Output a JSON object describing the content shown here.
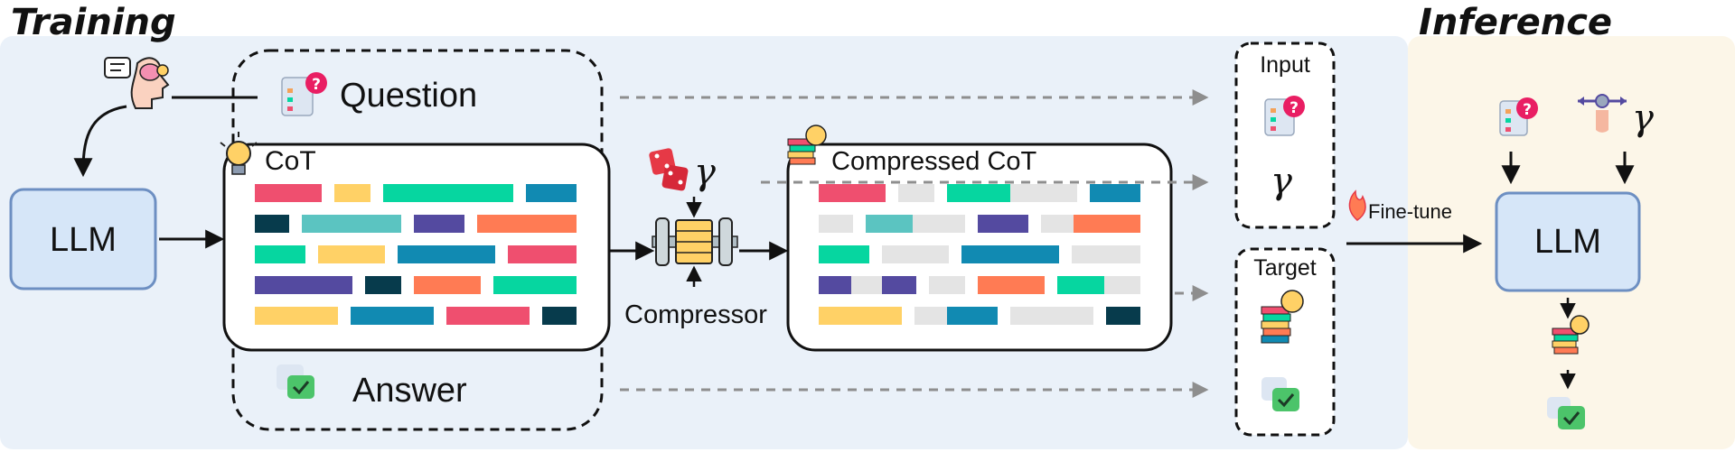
{
  "sections": {
    "training_title": "Training",
    "inference_title": "Inference"
  },
  "labels": {
    "question": "Question",
    "cot": "CoT",
    "answer": "Answer",
    "llm": "LLM",
    "compressor": "Compressor",
    "gamma": "γ",
    "compressed_cot": "Compressed CoT",
    "input": "Input",
    "target": "Target",
    "fine_tune": "Fine-tune",
    "llm_inference": "LLM"
  },
  "colors": {
    "training_bg": "#EAF1F9",
    "inference_bg": "#FCF6E8",
    "llm_fill": "#D6E6F8",
    "llm_stroke": "#6D8FC2",
    "token_red": "#EF4F6F",
    "token_yellow": "#FFD166",
    "token_green": "#06D6A0",
    "token_blue": "#118AB2",
    "token_navy": "#073B4C",
    "token_teal": "#5BC4C1",
    "token_purple": "#544AA0",
    "token_orange": "#FF7B54",
    "token_gray": "#E4E4E4",
    "dashed_arrow": "#8E8E8E"
  },
  "icons": {
    "head": "thinking-head-icon",
    "question": "question-doc-icon",
    "cot": "lightbulb-icon",
    "answer": "check-chat-icon",
    "dice": "dice-icon",
    "compressor": "compressor-icon",
    "compressed": "compressed-books-icon",
    "fire": "fire-icon",
    "slider": "slider-hand-icon"
  }
}
